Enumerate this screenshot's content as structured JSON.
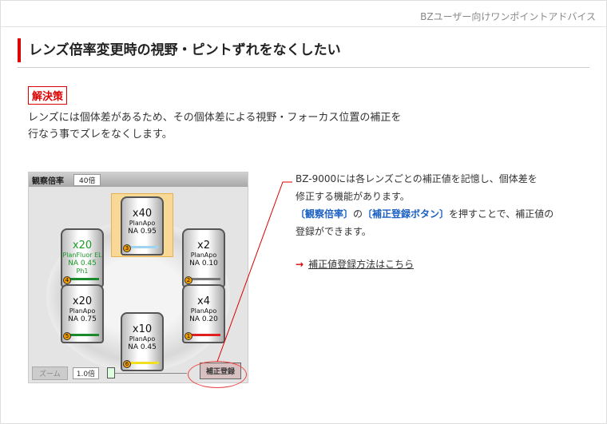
{
  "header": "BZユーザー向けワンポイントアドバイス",
  "title": "レンズ倍率変更時の視野・ピントずれをなくしたい",
  "solution_label": "解決策",
  "body": [
    "レンズには個体差があるため、その個体差による視野・フォーカス位置の補正を",
    "行なう事でズレをなくします。"
  ],
  "panel": {
    "mag_label": "観察倍率",
    "mag_value": "40倍",
    "zoom_label": "ズーム",
    "zoom_value": "1.0倍",
    "register_button": "補正登録",
    "lenses": [
      {
        "mag": "x40",
        "type": "PlanApo",
        "na": "NA 0.95",
        "extra": "",
        "num": "3",
        "color": "#9fd4f0"
      },
      {
        "mag": "x20",
        "type": "PlanFluor EL",
        "na": "NA 0.45",
        "extra": "Ph1",
        "num": "4",
        "color": "#1a8a2a"
      },
      {
        "mag": "x2",
        "type": "PlanApo",
        "na": "NA 0.10",
        "extra": "",
        "num": "2",
        "color": "#777777"
      },
      {
        "mag": "x20",
        "type": "PlanApo",
        "na": "NA 0.75",
        "extra": "",
        "num": "5",
        "color": "#1a8a2a"
      },
      {
        "mag": "x4",
        "type": "PlanApo",
        "na": "NA 0.20",
        "extra": "",
        "num": "1",
        "color": "#e02020"
      },
      {
        "mag": "x10",
        "type": "PlanApo",
        "na": "NA 0.45",
        "extra": "",
        "num": "6",
        "color": "#f0e020"
      }
    ]
  },
  "right": {
    "line1": "BZ-9000には各レンズごとの補正値を記憶し、個体差を",
    "line2": "修正する機能があります。",
    "hl1": "〔観察倍率〕",
    "mid": "の",
    "hl2": "〔補正登録ボタン〕",
    "line3_rest": "を押すことで、補正値の",
    "line4": "登録ができます。",
    "link": "補正値登録方法はこちら"
  }
}
